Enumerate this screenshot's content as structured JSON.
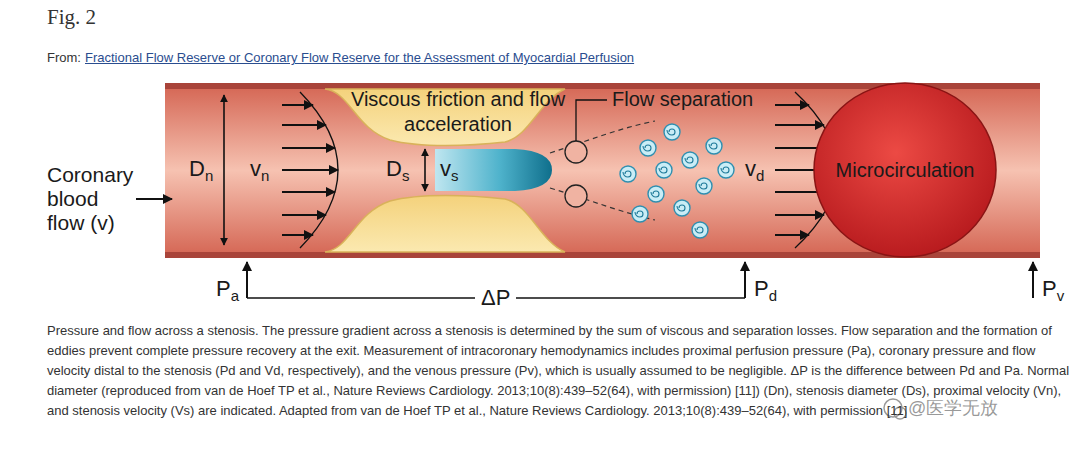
{
  "diagram": {
    "title": "Fig. 2",
    "caption": "Pressure and flow across a stenosis. The pressure gradient across a stenosis is determined by the sum of viscous and separation losses. Flow separation and the formation of eddies prevent complete pressure recovery at the exit. Measurement of intracoronary hemodynamics includes proximal perfusion pressure (Pa), coronary pressure and flow velocity distal to the stenosis (Pd and Vd, respectively), and the venous pressure (Pv), which is usually assumed to be negligible. ΔP is the difference between Pd and Pa. Normal diameter (reproduced from van de Hoef TP et al., Nature Reviews Cardiology. 2013;10(8):439–52(64), with permission) [11]) (Dn), stenosis diameter (Ds), proximal velocity (Vn), and stenosis velocity (Vs) are indicated. Adapted from van de Hoef TP et al., Nature Reviews Cardiology. 2013;10(8):439–52(64), with permission [11]",
    "nodes": [
      {
        "text": [
          "Microcirculation"
        ]
      }
    ],
    "labels": [
      "From:",
      "Fractional Flow Reserve or Coronary Flow Reserve for the Assessment of Myocardial Perfusion",
      "Viscous friction and flow acceleration",
      "Flow separation",
      "Coronary blood flow (v)",
      "Dn",
      "vn",
      "Ds",
      "vs",
      "vd",
      "Pa",
      "ΔP",
      "Pd",
      "Pv",
      "@医学无放"
    ]
  }
}
